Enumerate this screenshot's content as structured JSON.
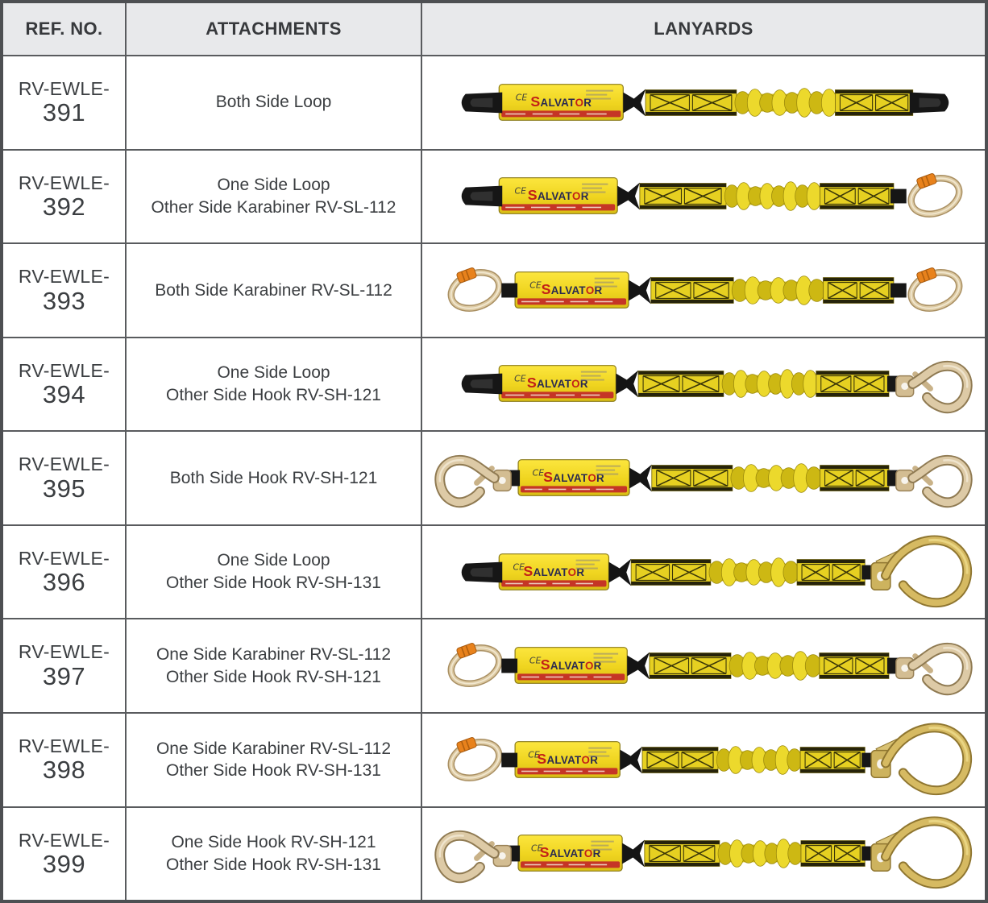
{
  "table": {
    "headers": {
      "ref": "REF. NO.",
      "attachments": "ATTACHMENTS",
      "lanyards": "LANYARDS"
    },
    "rows": [
      {
        "ref_prefix": "RV-EWLE-",
        "ref_number": "391",
        "lines": [
          "Both Side Loop"
        ],
        "lanyard": {
          "left_end": "loop",
          "right_end": "loop"
        }
      },
      {
        "ref_prefix": "RV-EWLE-",
        "ref_number": "392",
        "lines": [
          "One Side Loop",
          "Other Side Karabiner RV-SL-112"
        ],
        "lanyard": {
          "left_end": "loop",
          "right_end": "karabiner"
        }
      },
      {
        "ref_prefix": "RV-EWLE-",
        "ref_number": "393",
        "lines": [
          "Both Side Karabiner RV-SL-112"
        ],
        "lanyard": {
          "left_end": "karabiner",
          "right_end": "karabiner"
        }
      },
      {
        "ref_prefix": "RV-EWLE-",
        "ref_number": "394",
        "lines": [
          "One Side Loop",
          "Other Side Hook RV-SH-121"
        ],
        "lanyard": {
          "left_end": "loop",
          "right_end": "snap_hook"
        }
      },
      {
        "ref_prefix": "RV-EWLE-",
        "ref_number": "395",
        "lines": [
          "Both Side Hook RV-SH-121"
        ],
        "lanyard": {
          "left_end": "snap_hook",
          "right_end": "snap_hook"
        }
      },
      {
        "ref_prefix": "RV-EWLE-",
        "ref_number": "396",
        "lines": [
          "One Side Loop",
          "Other Side Hook RV-SH-131"
        ],
        "lanyard": {
          "left_end": "loop",
          "right_end": "scaffold_hook"
        }
      },
      {
        "ref_prefix": "RV-EWLE-",
        "ref_number": "397",
        "lines": [
          "One Side Karabiner RV-SL-112",
          "Other Side Hook RV-SH-121"
        ],
        "lanyard": {
          "left_end": "karabiner",
          "right_end": "snap_hook"
        }
      },
      {
        "ref_prefix": "RV-EWLE-",
        "ref_number": "398",
        "lines": [
          "One Side Karabiner RV-SL-112",
          "Other Side Hook RV-SH-131"
        ],
        "lanyard": {
          "left_end": "karabiner",
          "right_end": "scaffold_hook"
        }
      },
      {
        "ref_prefix": "RV-EWLE-",
        "ref_number": "399",
        "lines": [
          "One Side Hook RV-SH-121",
          "Other Side Hook RV-SH-131"
        ],
        "lanyard": {
          "left_end": "snap_hook",
          "right_end": "scaffold_hook"
        }
      }
    ]
  },
  "lanyard_label": {
    "brand": "SALVATOR",
    "ce_mark": "CE"
  },
  "colors": {
    "webbing_yellow": "#e6d021",
    "label_red": "#c53526",
    "hook_gold": "#d6ba62",
    "snap_hook_champagne": "#ddcaa6",
    "karabiner_champagne": "#dcc9a2",
    "sleeve_orange": "#e8821c",
    "border_gray": "#595b5e",
    "header_bg": "#e8e9eb",
    "text_dark": "#3b3e41"
  }
}
